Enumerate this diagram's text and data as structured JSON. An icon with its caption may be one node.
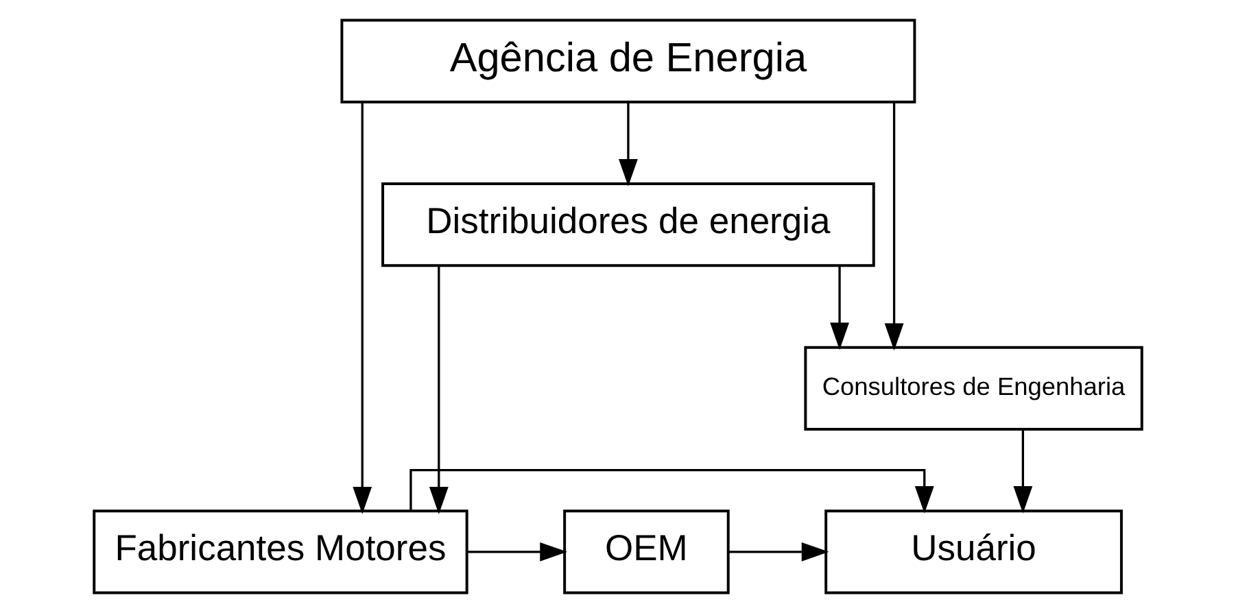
{
  "diagram": {
    "nodes": [
      {
        "text": [
          "Agência de Energia"
        ]
      },
      {
        "text": [
          "Distribuidores de energia"
        ]
      },
      {
        "text": [
          "Consultores de Engenharia"
        ]
      },
      {
        "text": [
          "Fabricantes Motores"
        ]
      },
      {
        "text": [
          "OEM"
        ]
      },
      {
        "text": [
          "Usuário"
        ]
      }
    ],
    "edges": [
      {
        "from": 0,
        "to": 3,
        "arrow": "to"
      },
      {
        "from": 0,
        "to": 1,
        "arrow": "to"
      },
      {
        "from": 0,
        "to": 2,
        "arrow": "to"
      },
      {
        "from": 1,
        "to": 3,
        "arrow": "to"
      },
      {
        "from": 1,
        "to": 2,
        "arrow": "to"
      },
      {
        "from": 2,
        "to": 5,
        "arrow": "to"
      },
      {
        "from": 3,
        "to": 4,
        "arrow": "to"
      },
      {
        "from": 4,
        "to": 5,
        "arrow": "to"
      },
      {
        "from": 3,
        "to": 5,
        "arrow": "to"
      }
    ]
  }
}
